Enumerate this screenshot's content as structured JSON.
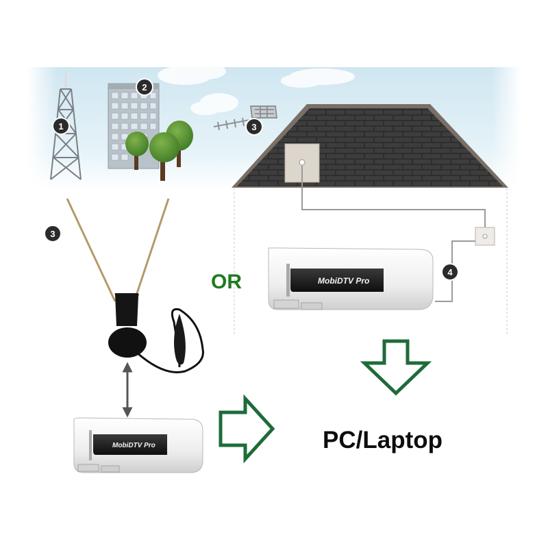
{
  "markers": {
    "tower": "1",
    "building": "2",
    "roof_antenna": "3",
    "indoor_antenna": "3",
    "cable": "4"
  },
  "labels": {
    "or": "OR",
    "destination": "PC/Laptop"
  },
  "device": {
    "brand": "MobiDTV Pro"
  },
  "icons": {
    "tower": "broadcast-tower-icon",
    "building": "office-building-icon",
    "roof_antenna": "roof-antenna-icon",
    "indoor_antenna": "rabbit-ear-antenna-icon",
    "flow_arrow": "outline-arrow-icon"
  },
  "colors": {
    "sky": "#d8ecf4",
    "roof": "#3c3c3c",
    "accent_green": "#1e6b3a",
    "or_green": "#1f7a1f",
    "marker": "#2b2b2b",
    "device_body": "#f4f4f4",
    "device_label": "#1c1c1c"
  }
}
